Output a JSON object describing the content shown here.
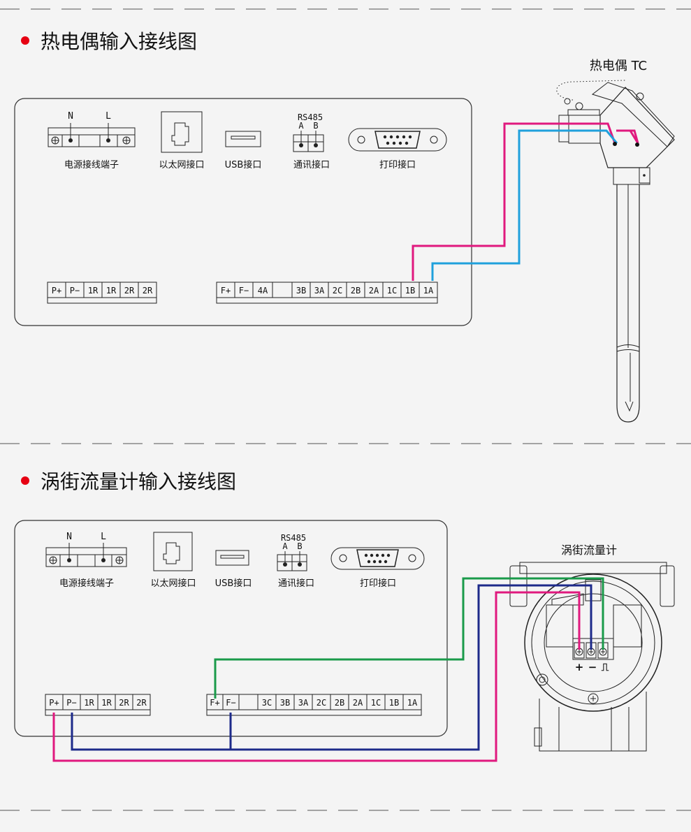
{
  "sections": [
    {
      "title": "热电偶输入接线图",
      "device_label": "热电偶 TC",
      "power_label": "电源接线端子",
      "ethernet_label": "以太网接口",
      "usb_label": "USB接口",
      "comm_label": "通讯接口",
      "print_label": "打印接口",
      "rs485": "RS485",
      "rs485_a": "A",
      "rs485_b": "B",
      "n": "N",
      "l": "L",
      "left_terminals": [
        "P+",
        "P−",
        "1R",
        "1R",
        "2R",
        "2R"
      ],
      "right_terminals": [
        "F+",
        "F−",
        "4A",
        "",
        "3B",
        "3A",
        "2C",
        "2B",
        "2A",
        "1C",
        "1B",
        "1A"
      ]
    },
    {
      "title": "涡街流量计输入接线图",
      "device_label": "涡街流量计",
      "power_label": "电源接线端子",
      "ethernet_label": "以太网接口",
      "usb_label": "USB接口",
      "comm_label": "通讯接口",
      "print_label": "打印接口",
      "rs485": "RS485",
      "rs485_a": "A",
      "rs485_b": "B",
      "n": "N",
      "l": "L",
      "left_terminals": [
        "P+",
        "P−",
        "1R",
        "1R",
        "2R",
        "2R"
      ],
      "right_terminals": [
        "F+",
        "F−",
        "",
        "3C",
        "3B",
        "3A",
        "2C",
        "2B",
        "2A",
        "1C",
        "1B",
        "1A"
      ],
      "flowmeter_terminals": [
        "+",
        "−",
        "⎍"
      ]
    }
  ],
  "colors": {
    "magenta": "#e0197e",
    "blue": "#1fa0dc",
    "green": "#1a9a4a",
    "navy": "#1d2a8a",
    "bullet": "#e60012"
  }
}
